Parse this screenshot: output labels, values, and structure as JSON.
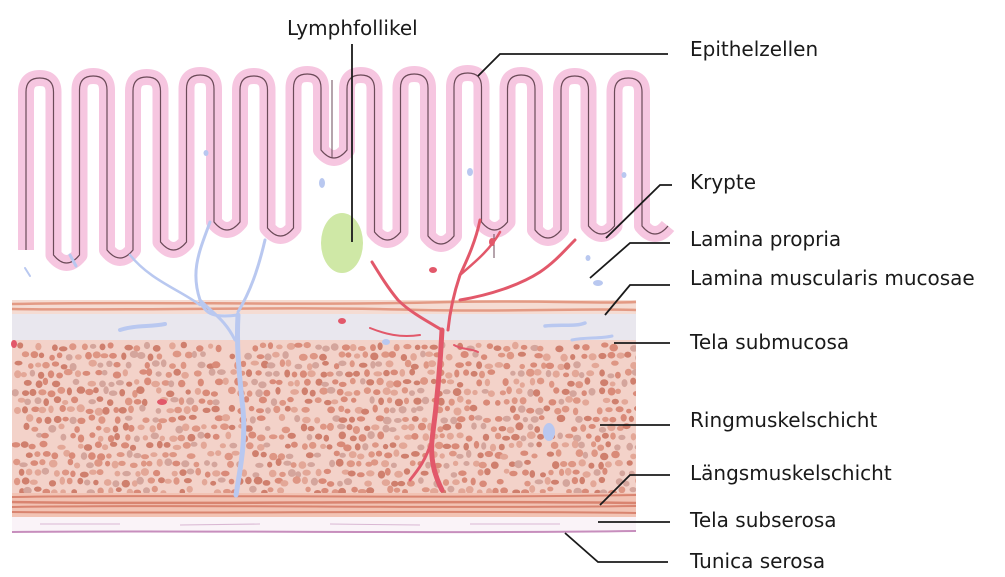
{
  "labels": {
    "lymphfollikel": "Lymphfollikel",
    "epithelzellen": "Epithelzellen",
    "krypte": "Krypte",
    "lamina_propria": "Lamina propria",
    "lamina_muscularis_mucosae": "Lamina muscularis mucosae",
    "tela_submucosa": "Tela submucosa",
    "ringmuskelschicht": "Ringmuskelschicht",
    "laengsmuskelschicht": "Längsmuskelschicht",
    "tela_subserosa": "Tela subserosa",
    "tunica_serosa": "Tunica serosa"
  },
  "colors": {
    "epithelium": "#f6c6e0",
    "epithelium_outline": "#6b4a58",
    "submucosa": "#e9e7ee",
    "muscularis_mucosae": "#e7a48e",
    "ring_muscle_bg": "#f3d2c9",
    "ring_muscle_cell": "#d98a78",
    "long_muscle": "#e09a86",
    "serosa": "#d9a6cf",
    "artery": "#e2586a",
    "vein": "#b9c8f0",
    "lymph_follicle": "#cfe8a6",
    "leader_line": "#1a1a1a"
  }
}
